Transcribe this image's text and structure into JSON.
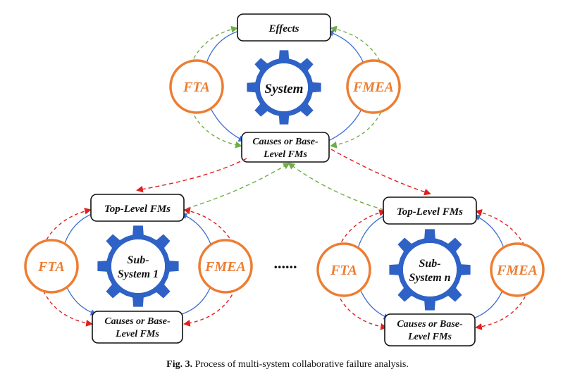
{
  "colors": {
    "tool_orange": "#ED7D31",
    "gear_blue": "#2E62C6",
    "arrow_blue": "#3F6FD0",
    "arrow_green": "#70AD47",
    "arrow_red": "#E02020",
    "box_border": "#111111"
  },
  "top": {
    "effects": "Effects",
    "gear_label": "System",
    "left_tool": "FTA",
    "right_tool": "FMEA",
    "causes_line1": "Causes or Base-",
    "causes_line2": "Level FMs"
  },
  "sub1": {
    "top_box": "Top-Level FMs",
    "gear_line1": "Sub-",
    "gear_line2": "System 1",
    "left_tool": "FTA",
    "right_tool": "FMEA",
    "causes_line1": "Causes or Base-",
    "causes_line2": "Level FMs"
  },
  "subn": {
    "top_box": "Top-Level FMs",
    "gear_line1": "Sub-",
    "gear_line2": "System n",
    "left_tool": "FTA",
    "right_tool": "FMEA",
    "causes_line1": "Causes or Base-",
    "causes_line2": "Level FMs"
  },
  "ellipsis": "......",
  "caption": {
    "label": "Fig. 3.",
    "text": "Process of multi-system collaborative failure analysis."
  }
}
